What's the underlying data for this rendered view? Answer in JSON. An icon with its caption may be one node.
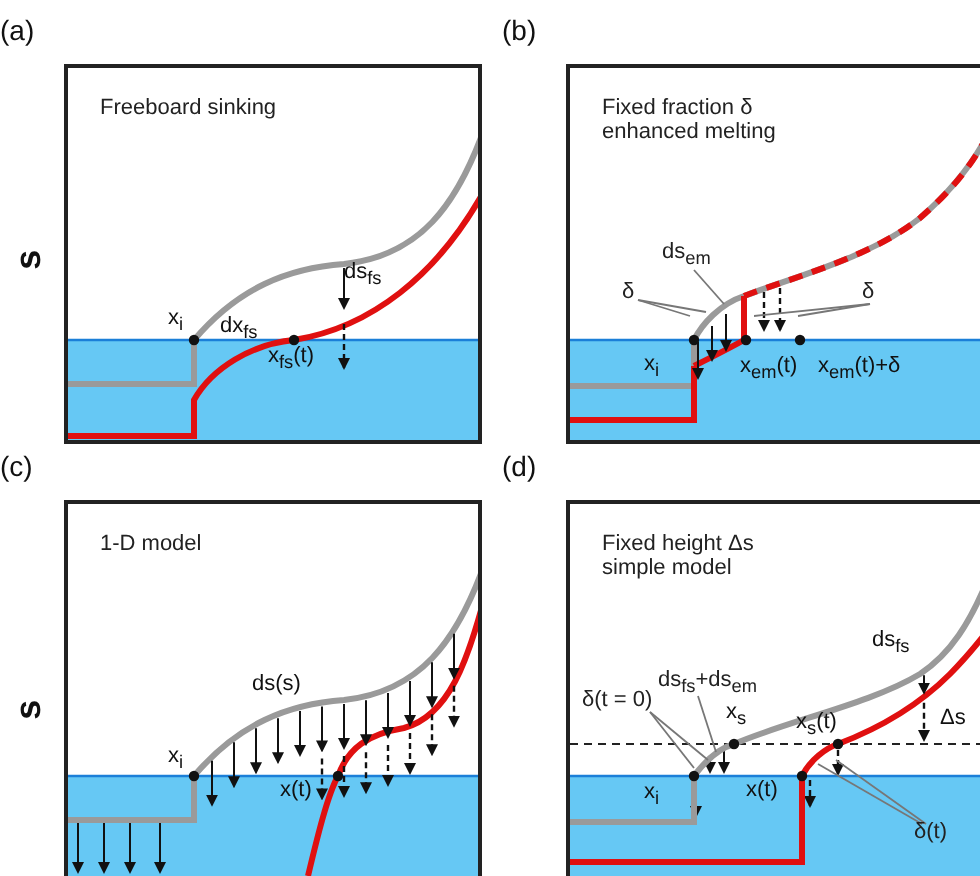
{
  "diagram": {
    "nodes": [
      {
        "text": [
          "Freeboard sinking"
        ],
        "beside": [
          "(a)"
        ]
      },
      {
        "text": [
          "Fixed fraction δ enhanced melting"
        ],
        "beside": [
          "(b)"
        ]
      },
      {
        "text": [
          "δ"
        ],
        "in": 1
      },
      {
        "text": [
          "ds$_{em}$"
        ],
        "in": 1
      },
      {
        "text": [
          "δ"
        ],
        "in": 1
      },
      {
        "text": [
          "1-D model"
        ],
        "beside": [
          "(c)"
        ]
      },
      {
        "text": [
          "Fixed height Δs simple model"
        ],
        "beside": [
          "(d)"
        ]
      },
      {
        "text": [
          "δ(t = 0)"
        ],
        "in": 6
      },
      {
        "text": [
          "ds$_{fs}$+ds$_{em}$"
        ],
        "in": 6
      },
      {
        "text": [
          "δ(t)"
        ],
        "in": 6
      }
    ],
    "edges": [
      {
        "from": 2,
        "to": null,
        "arrow": "none"
      },
      {
        "from": 2,
        "to": null,
        "arrow": "none"
      },
      {
        "from": 3,
        "to": null,
        "arrow": "none"
      },
      {
        "from": 4,
        "to": null,
        "arrow": "none"
      },
      {
        "from": 4,
        "to": null,
        "arrow": "none"
      },
      {
        "from": 7,
        "to": null,
        "arrow": "none"
      },
      {
        "from": 7,
        "to": null,
        "arrow": "none"
      },
      {
        "from": 8,
        "to": null,
        "arrow": "none"
      },
      {
        "from": 9,
        "to": null,
        "arrow": "none"
      },
      {
        "from": 9,
        "to": null,
        "arrow": "none"
      }
    ],
    "labels": [
      "s",
      "x$_{i}$",
      "dx$_{fs}$",
      "ds$_{fs}$",
      "x$_{fs}$(t)",
      "x$_{i}$",
      "x$_{em}$(t)",
      "x$_{em}$(t)+δ",
      "s",
      "ds(s)",
      "x$_{i}$",
      "x(t)",
      "ds$_{fs}$",
      "x$_{s}$",
      "x$_{s}$(t)",
      "Δs",
      "x$_{i}$",
      "x(t)"
    ]
  }
}
